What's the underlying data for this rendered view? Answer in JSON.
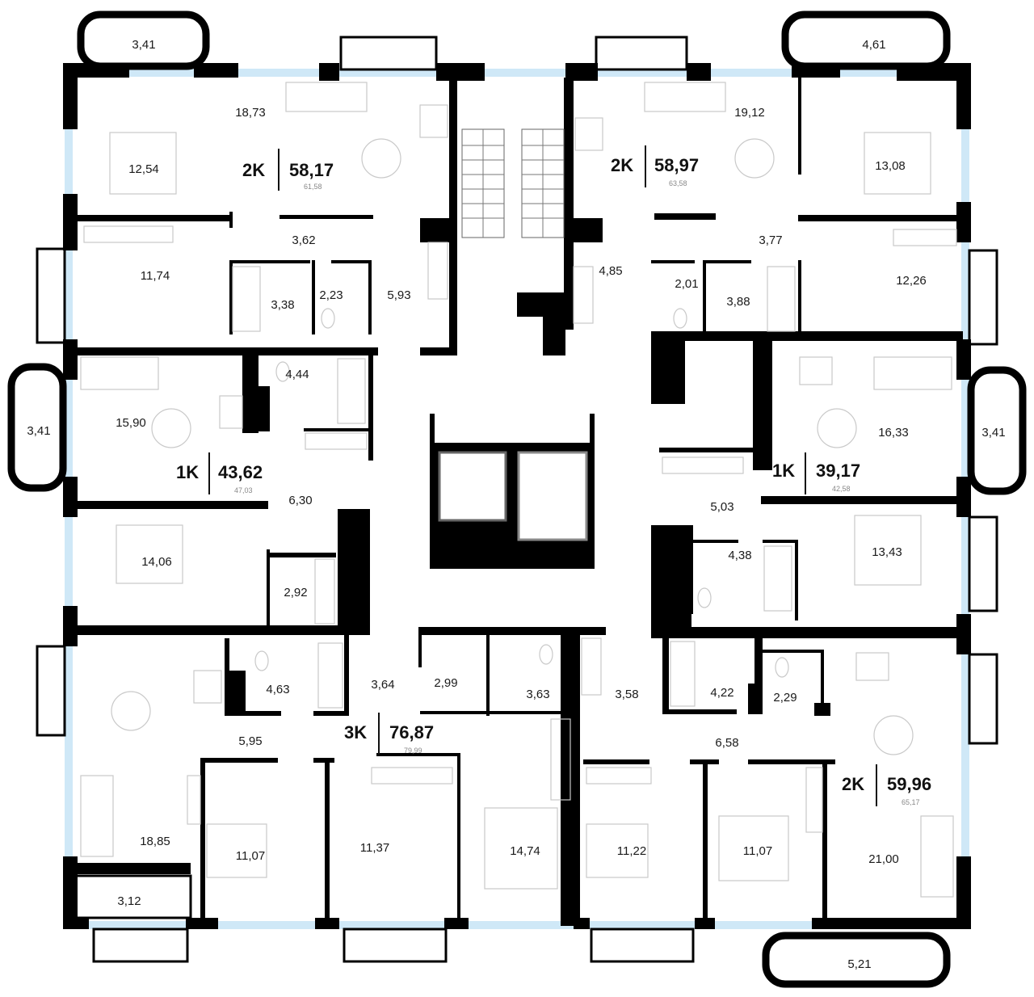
{
  "rooms": {
    "r_3_41_tl": "3,41",
    "r_4_61": "4,61",
    "r_18_73": "18,73",
    "r_19_12": "19,12",
    "r_12_54": "12,54",
    "r_13_08": "13,08",
    "r_3_62": "3,62",
    "r_3_77": "3,77",
    "r_11_74": "11,74",
    "r_3_38": "3,38",
    "r_2_23": "2,23",
    "r_5_93": "5,93",
    "r_4_85": "4,85",
    "r_2_01": "2,01",
    "r_3_88": "3,88",
    "r_12_26": "12,26",
    "r_4_44": "4,44",
    "r_15_90": "15,90",
    "r_3_41_l": "3,41",
    "r_16_33": "16,33",
    "r_3_41_r": "3,41",
    "r_6_30": "6,30",
    "r_5_03": "5,03",
    "r_14_06": "14,06",
    "r_13_43": "13,43",
    "r_2_92": "2,92",
    "r_4_38": "4,38",
    "r_4_63": "4,63",
    "r_3_64": "3,64",
    "r_2_99": "2,99",
    "r_3_63": "3,63",
    "r_3_58": "3,58",
    "r_4_22": "4,22",
    "r_2_29": "2,29",
    "r_5_95": "5,95",
    "r_6_58": "6,58",
    "r_18_85": "18,85",
    "r_11_07_a": "11,07",
    "r_11_37": "11,37",
    "r_14_74": "14,74",
    "r_11_22": "11,22",
    "r_11_07_b": "11,07",
    "r_21_00": "21,00",
    "r_3_12": "3,12",
    "r_5_21": "5,21"
  },
  "apartments": [
    {
      "type": "2K",
      "area": "58,17",
      "total": "61,58"
    },
    {
      "type": "2K",
      "area": "58,97",
      "total": "63,58"
    },
    {
      "type": "1K",
      "area": "43,62",
      "total": "47,03"
    },
    {
      "type": "1K",
      "area": "39,17",
      "total": "42,58"
    },
    {
      "type": "3K",
      "area": "76,87",
      "total": "79,99"
    },
    {
      "type": "2K",
      "area": "59,96",
      "total": "65,17"
    }
  ],
  "colors": {
    "wall": "#000000",
    "window": "#cfe8f7",
    "elevator_frame": "#555555",
    "furniture": "#c9c9c9"
  },
  "icons": [
    "stair-icon",
    "elevator-icon",
    "bed-icon",
    "bath-icon",
    "toilet-icon",
    "stove-icon",
    "table-icon",
    "sofa-icon",
    "wardrobe-icon"
  ]
}
